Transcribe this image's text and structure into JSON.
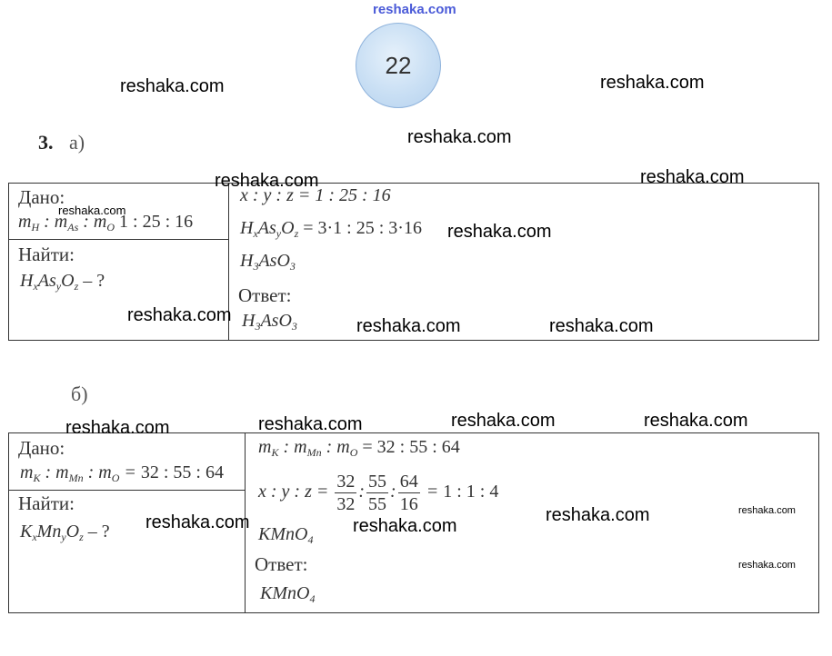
{
  "header": {
    "site_url": "reshaka.com",
    "page_number": "22"
  },
  "problem": {
    "number": "3.",
    "part_a": "а)",
    "part_b": "б)"
  },
  "part_a": {
    "given_label": "Дано:",
    "given_ratio": "1 : 25 : 16",
    "find_label": "Найти:",
    "find_tail": " – ?",
    "step1": "x : y : z = 1 : 25 : 16",
    "step2_rhs": " = 3·1 : 25 : 3·16",
    "answer_label": "Ответ:",
    "formula": {
      "el1": "H",
      "sub1": "3",
      "el2": "AsO",
      "sub2": "3"
    }
  },
  "part_b": {
    "given_label": "Дано:",
    "given_ratio": "32 : 55 : 64",
    "find_label": "Найти:",
    "find_tail": " – ?",
    "step1_rhs": " = 32 : 55 : 64",
    "fractions": [
      {
        "num": "32",
        "den": "32"
      },
      {
        "num": "55",
        "den": "55"
      },
      {
        "num": "64",
        "den": "16"
      }
    ],
    "result": "1 : 1 : 4",
    "answer_label": "Ответ:",
    "formula": {
      "el1": "KMnO",
      "sub1": "4"
    }
  },
  "watermarks": {
    "main": "reshaka.com",
    "small": "reshaka.com"
  },
  "colors": {
    "badge_fill": "#c9dff4",
    "badge_border": "#8fb3dc",
    "top_link": "#4b5bd8"
  }
}
